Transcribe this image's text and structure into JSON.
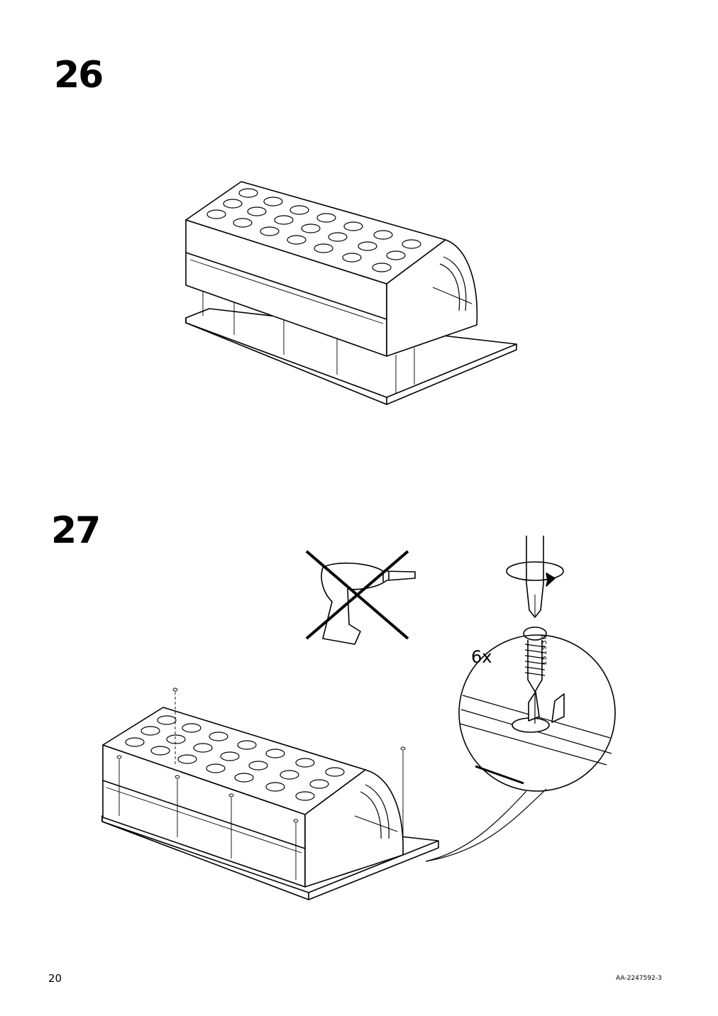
{
  "steps": [
    {
      "number": "26"
    },
    {
      "number": "27",
      "quantity": "6x",
      "part_number": "151930"
    }
  ],
  "footer": {
    "page_number": "20",
    "document_id": "AA-2247592-3"
  }
}
